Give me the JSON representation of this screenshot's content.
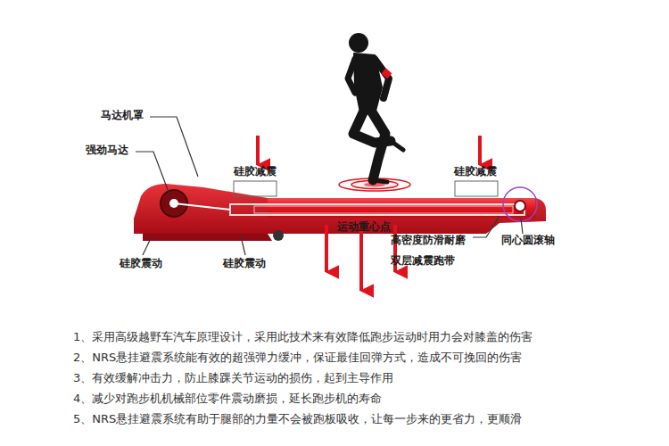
{
  "diagram": {
    "labels": [
      "马达机罩",
      "强劲马达",
      "硅胶减震",
      "硅胶减震",
      "运动重心点",
      "高密度防滑耐磨 双层减震跑带",
      "同心圆滚轴",
      "硅胶震动",
      "硅胶震动",
      "1、采用高级越野车汽车原理设计，采用此技术来有效降低跑步运动时用力会对膝盖的伤害",
      "2、NRS悬挂避震系统能有效的超强弹力缓冲，保证最佳回弹方式，造成不可挽回的伤害",
      "3、有效缓解冲击力，防止膝踝关节运动的损伤，起到主导作用",
      "4、减少对跑步机机械部位零件震动磨损，延长跑步机的寿命",
      "5、NRS悬挂避震系统有助于腿部的力量不会被跑板吸收，让每一步来的更省力，更顺滑"
    ]
  }
}
